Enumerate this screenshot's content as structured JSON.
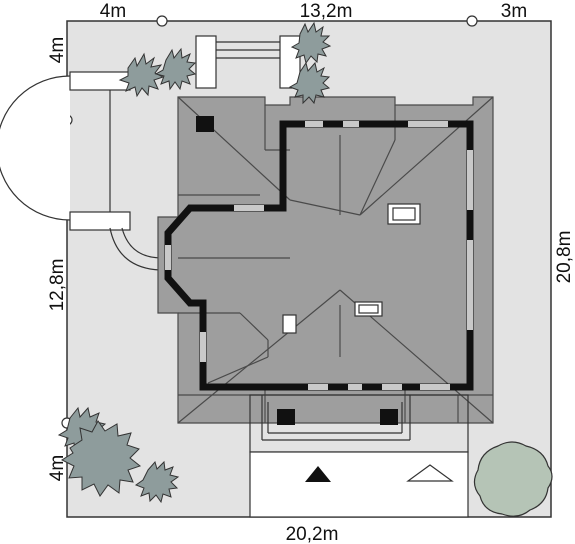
{
  "dimensions": {
    "top_left": "4m",
    "top_middle": "13,2m",
    "top_right": "3m",
    "left_upper": "4m",
    "left_middle": "12,8m",
    "left_lower": "4m",
    "right": "20,8m",
    "bottom": "20,2m"
  },
  "colors": {
    "plot": "#e3e3e3",
    "roof": "#9e9e9e",
    "roof_edge": "#4a4a4a",
    "wall": "#111111",
    "shrub": "#8e9c9c",
    "tree_canopy": "#b5c4b6"
  }
}
